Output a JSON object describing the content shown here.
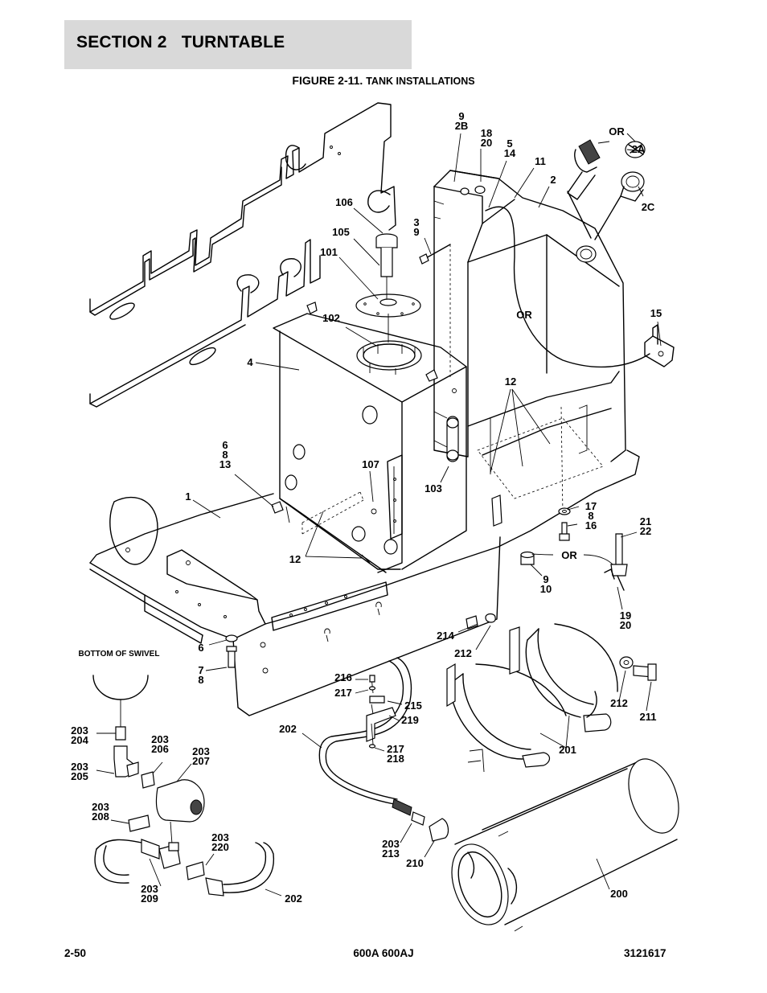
{
  "header": {
    "section": "SECTION 2",
    "section_name": "TURNTABLE"
  },
  "figure": {
    "number": "FIGURE 2-11.",
    "title": "TANK INSTALLATIONS"
  },
  "diagram": {
    "note_bottom_of_swivel": "BOTTOM OF SWIVEL",
    "callouts": [
      {
        "id": "c-9-2b",
        "lines": [
          "9",
          "2B"
        ]
      },
      {
        "id": "c-18-20",
        "lines": [
          "18",
          "20"
        ]
      },
      {
        "id": "c-5-14",
        "lines": [
          "5",
          "14"
        ]
      },
      {
        "id": "c-11",
        "lines": [
          "11"
        ]
      },
      {
        "id": "c-2",
        "lines": [
          "2"
        ]
      },
      {
        "id": "c-or-top",
        "lines": [
          "OR"
        ]
      },
      {
        "id": "c-2a",
        "lines": [
          "2A"
        ]
      },
      {
        "id": "c-2c",
        "lines": [
          "2C"
        ]
      },
      {
        "id": "c-106",
        "lines": [
          "106"
        ]
      },
      {
        "id": "c-105",
        "lines": [
          "105"
        ]
      },
      {
        "id": "c-101",
        "lines": [
          "101"
        ]
      },
      {
        "id": "c-3-9",
        "lines": [
          "3",
          "9"
        ]
      },
      {
        "id": "c-or-mid",
        "lines": [
          "OR"
        ]
      },
      {
        "id": "c-15",
        "lines": [
          "15"
        ]
      },
      {
        "id": "c-102",
        "lines": [
          "102"
        ]
      },
      {
        "id": "c-4",
        "lines": [
          "4"
        ]
      },
      {
        "id": "c-12-top",
        "lines": [
          "12"
        ]
      },
      {
        "id": "c-6-8-13",
        "lines": [
          "6",
          "8",
          "13"
        ]
      },
      {
        "id": "c-107",
        "lines": [
          "107"
        ]
      },
      {
        "id": "c-103",
        "lines": [
          "103"
        ]
      },
      {
        "id": "c-1",
        "lines": [
          "1"
        ]
      },
      {
        "id": "c-17-8-16",
        "lines": [
          "17",
          "8",
          "16"
        ]
      },
      {
        "id": "c-21-22",
        "lines": [
          "21",
          "22"
        ]
      },
      {
        "id": "c-12-bottom",
        "lines": [
          "12"
        ]
      },
      {
        "id": "c-or-low",
        "lines": [
          "OR"
        ]
      },
      {
        "id": "c-9-10",
        "lines": [
          "9",
          "10"
        ]
      },
      {
        "id": "c-19-20",
        "lines": [
          "19",
          "20"
        ]
      },
      {
        "id": "c-214",
        "lines": [
          "214"
        ]
      },
      {
        "id": "c-212-left",
        "lines": [
          "212"
        ]
      },
      {
        "id": "c-6",
        "lines": [
          "6"
        ]
      },
      {
        "id": "c-7-8",
        "lines": [
          "7",
          "8"
        ]
      },
      {
        "id": "c-216",
        "lines": [
          "216"
        ]
      },
      {
        "id": "c-217-top",
        "lines": [
          "217"
        ]
      },
      {
        "id": "c-215",
        "lines": [
          "215"
        ]
      },
      {
        "id": "c-219",
        "lines": [
          "219"
        ]
      },
      {
        "id": "c-212-right",
        "lines": [
          "212"
        ]
      },
      {
        "id": "c-211",
        "lines": [
          "211"
        ]
      },
      {
        "id": "c-203-204",
        "lines": [
          "203",
          "204"
        ]
      },
      {
        "id": "c-202-top",
        "lines": [
          "202"
        ]
      },
      {
        "id": "c-203-206",
        "lines": [
          "203",
          "206"
        ]
      },
      {
        "id": "c-203-207",
        "lines": [
          "203",
          "207"
        ]
      },
      {
        "id": "c-217-218",
        "lines": [
          "217",
          "218"
        ]
      },
      {
        "id": "c-201",
        "lines": [
          "201"
        ]
      },
      {
        "id": "c-203-205",
        "lines": [
          "203",
          "205"
        ]
      },
      {
        "id": "c-203-208",
        "lines": [
          "203",
          "208"
        ]
      },
      {
        "id": "c-203-220",
        "lines": [
          "203",
          "220"
        ]
      },
      {
        "id": "c-203-213",
        "lines": [
          "203",
          "213"
        ]
      },
      {
        "id": "c-210",
        "lines": [
          "210"
        ]
      },
      {
        "id": "c-200",
        "lines": [
          "200"
        ]
      },
      {
        "id": "c-203-209",
        "lines": [
          "203",
          "209"
        ]
      },
      {
        "id": "c-202-bottom",
        "lines": [
          "202"
        ]
      }
    ]
  },
  "footer": {
    "page": "2-50",
    "model": "600A 600AJ",
    "doc_number": "3121617"
  }
}
